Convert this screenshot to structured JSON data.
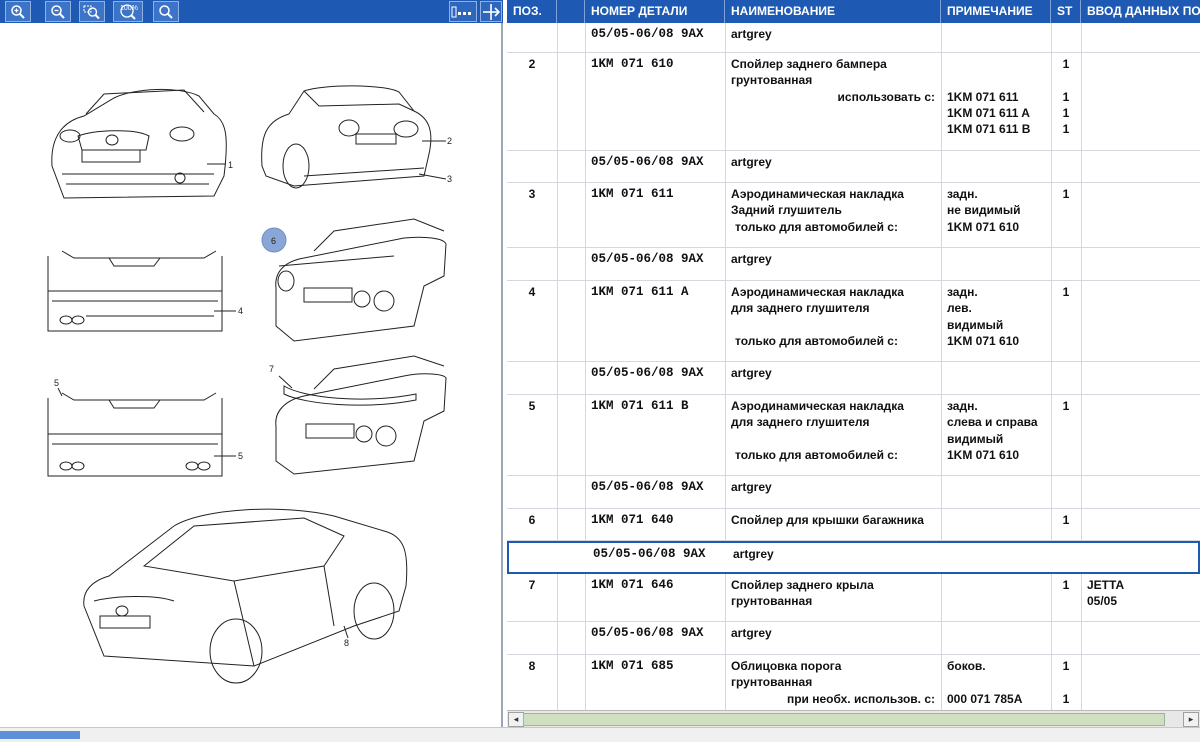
{
  "toolbar": {
    "buttons": [
      {
        "icon": "zoom-in-icon"
      },
      {
        "icon": "zoom-out-icon"
      },
      {
        "icon": "zoom-area-icon"
      },
      {
        "icon": "zoom-100-icon",
        "label": "100%"
      },
      {
        "icon": "search-icon"
      }
    ],
    "right_buttons": [
      {
        "icon": "layout-toggle-icon"
      },
      {
        "icon": "move-arrows-icon"
      }
    ]
  },
  "illustration": {
    "callouts": [
      "1",
      "2",
      "3",
      "4",
      "5",
      "5",
      "6",
      "7",
      "8"
    ],
    "highlighted_callout": "6"
  },
  "grid": {
    "columns": [
      "ПОЗ.",
      "",
      "НОМЕР ДЕТАЛИ",
      "НАИМЕНОВАНИЕ",
      "ПРИМЕЧАНИЕ",
      "ST",
      "ВВОД ДАННЫХ ПО"
    ],
    "rows": [
      {
        "pos": "",
        "part": "05/05-06/08 9AX",
        "name": [
          "artgrey"
        ],
        "note": [],
        "st": [],
        "data": []
      },
      {
        "pos": "2",
        "part": "1KM 071 610",
        "name": [
          "Спойлер заднего бампера",
          "грунтованная",
          "использовать с:"
        ],
        "note": [
          "",
          "",
          "1KM 071 611",
          "1KM 071 611 A",
          "1KM 071 611 B"
        ],
        "st": [
          "1",
          "",
          "1",
          "1",
          "1"
        ],
        "data": []
      },
      {
        "pos": "",
        "part": "05/05-06/08 9AX",
        "name": [
          "artgrey"
        ],
        "note": [],
        "st": [],
        "data": []
      },
      {
        "pos": "3",
        "part": "1KM 071 611",
        "name": [
          "Аэродинамическая накладка",
          "Задний глушитель",
          "только для автомобилей с:"
        ],
        "note": [
          "задн.",
          "не видимый",
          "1KM 071 610"
        ],
        "st": [
          "1"
        ],
        "data": []
      },
      {
        "pos": "",
        "part": "05/05-06/08 9AX",
        "name": [
          "artgrey"
        ],
        "note": [],
        "st": [],
        "data": []
      },
      {
        "pos": "4",
        "part": "1KM 071 611 A",
        "name": [
          "Аэродинамическая накладка",
          "для заднего глушителя",
          "",
          "только для автомобилей с:"
        ],
        "note": [
          "задн.",
          "лев.",
          "видимый",
          "1KM 071 610"
        ],
        "st": [
          "1"
        ],
        "data": []
      },
      {
        "pos": "",
        "part": "05/05-06/08 9AX",
        "name": [
          "artgrey"
        ],
        "note": [],
        "st": [],
        "data": []
      },
      {
        "pos": "5",
        "part": "1KM 071 611 B",
        "name": [
          "Аэродинамическая накладка",
          "для заднего глушителя",
          "",
          "только для автомобилей с:"
        ],
        "note": [
          "задн.",
          "слева и справа",
          "видимый",
          "1KM 071 610"
        ],
        "st": [
          "1"
        ],
        "data": []
      },
      {
        "pos": "",
        "part": "05/05-06/08 9AX",
        "name": [
          "artgrey"
        ],
        "note": [],
        "st": [],
        "data": []
      },
      {
        "pos": "6",
        "part": "1KM 071 640",
        "name": [
          "Спойлер для крышки багажника"
        ],
        "note": [],
        "st": [
          "1"
        ],
        "data": []
      },
      {
        "pos": "",
        "part": "05/05-06/08 9AX",
        "name": [
          "artgrey"
        ],
        "note": [],
        "st": [],
        "data": []
      },
      {
        "pos": "7",
        "part": "1KM 071 646",
        "name": [
          "Спойлер заднего крыла",
          "грунтованная"
        ],
        "note": [],
        "st": [
          "1"
        ],
        "data": [
          "JETTA",
          "05/05"
        ]
      },
      {
        "pos": "",
        "part": "05/05-06/08 9AX",
        "name": [
          "artgrey"
        ],
        "note": [],
        "st": [],
        "data": []
      },
      {
        "pos": "8",
        "part": "1KM 071 685",
        "name": [
          "Облицовка порога",
          "грунтованная",
          "при необх. использов. с:"
        ],
        "note": [
          "боков.",
          "",
          "000 071 785A"
        ],
        "st": [
          "1",
          "",
          "1"
        ],
        "data": []
      }
    ]
  },
  "scrollbar": {
    "left_arrow": "◂",
    "right_arrow": "▸"
  },
  "colors": {
    "header_bg": "#1e5ab4",
    "selection_border": "#1e5ab4",
    "callout_highlight": "#8aa6d6"
  }
}
